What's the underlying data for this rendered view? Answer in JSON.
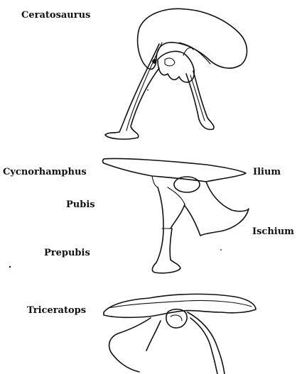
{
  "specimens": [
    {
      "name": "Ceratosaurus"
    },
    {
      "name": "Cycnorhamphus"
    },
    {
      "name": "Triceratops"
    }
  ],
  "parts": {
    "ilium": "Ilium",
    "pubis": "Pubis",
    "ischium": "Ischium",
    "prepubis": "Prepubis"
  },
  "colors": {
    "ink": "#111111",
    "paper": "#ffffff"
  }
}
